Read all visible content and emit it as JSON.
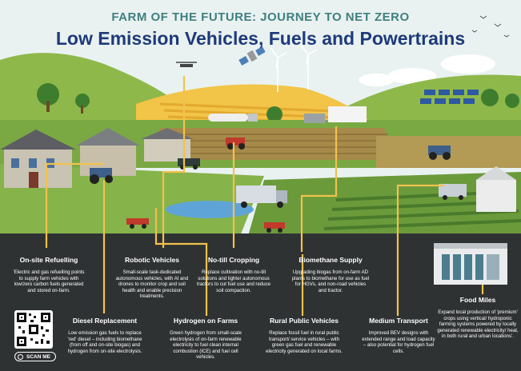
{
  "header": {
    "kicker": "FARM OF THE FUTURE: JOURNEY TO NET ZERO",
    "title": "Low Emission Vehicles, Fuels and Powertrains"
  },
  "colors": {
    "sky": "#e9f2f1",
    "hill_green": "#7aa944",
    "field_yellow": "#f0c23a",
    "footer_dark": "#2f3233",
    "connector_yellow": "#f2c14e",
    "kicker_teal": "#3f7f7f",
    "title_navy": "#1e3a7a"
  },
  "topics": [
    {
      "title": "On-site Refuelling",
      "text": "'Electric and gas refuelling points to supply farm vehicles with low/zero carbon fuels generated and stored on-farm."
    },
    {
      "title": "Robotic Vehicles",
      "text": "Small-scale task-dedicated autonomous vehicles, with AI and drones to monitor crop and soil health and enable precision treatments."
    },
    {
      "title": "No-till Cropping",
      "text": "Replace cultivation with no-till solutions and lighter autonomous tractors to cut fuel use and reduce soil compaction."
    },
    {
      "title": "Biomethane Supply",
      "text": "Upgrading biogas from on-farm AD plants to biomethane for use as fuel for HGVs, and non-road vehicles and tractor."
    },
    {
      "title": "Diesel Replacement",
      "text": "Low emission gas fuels to replace 'red' diesel – including biomethane (from off and on-site biogas) and hydrogen from on-site electrolysis."
    },
    {
      "title": "Hydrogen on Farms",
      "text": "Green hydrogen from small-scale electrolysis of on-farm renewable electricity to fuel clean internal combustion (ICE) and fuel cell vehicles."
    },
    {
      "title": "Rural Public Vehicles",
      "text": "Replace fossil fuel in rural public transport/ service vehicles – with green gas fuel and renewable electricity generated on local farms."
    },
    {
      "title": "Medium Transport",
      "text": "Improved BEV designs with extended range and load capacity – also potential for hydrogen fuel cells."
    },
    {
      "title": "Food Miles",
      "text": "Expand local production of 'premium' crops using vertical/ hydroponic farming systems powered by locally generated renewable electricity/ heat, in both rural and urban locations'."
    }
  ],
  "qr": {
    "scan_label": "SCAN ME"
  }
}
